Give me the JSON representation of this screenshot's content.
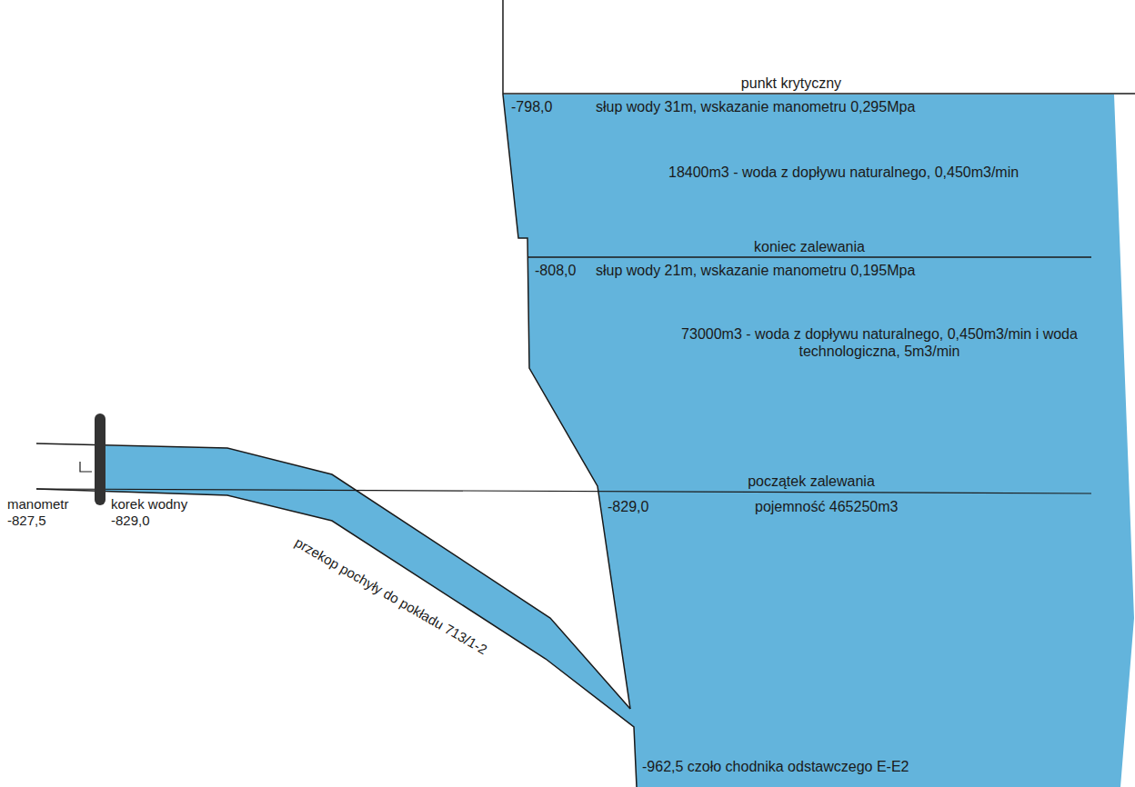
{
  "diagram": {
    "labels": [
      "punkt krytyczny",
      "-798,0",
      "słup wody 31m, wskazanie manometru 0,295Mpa",
      "18400m3 - woda z dopływu naturalnego, 0,450m3/min",
      "koniec zalewania",
      "-808,0",
      "słup wody 21m, wskazanie manometru 0,195Mpa",
      "73000m3 - woda z dopływu naturalnego, 0,450m3/min i woda technologiczna, 5m3/min",
      "początek zalewania",
      "-829,0",
      "pojemność 465250m3",
      "manometr -827,5",
      "korek wodny -829,0",
      "przekop pochyły do pokładu 713/1-2",
      "-962,5 czoło chodnika odstawczego E-E2"
    ]
  }
}
